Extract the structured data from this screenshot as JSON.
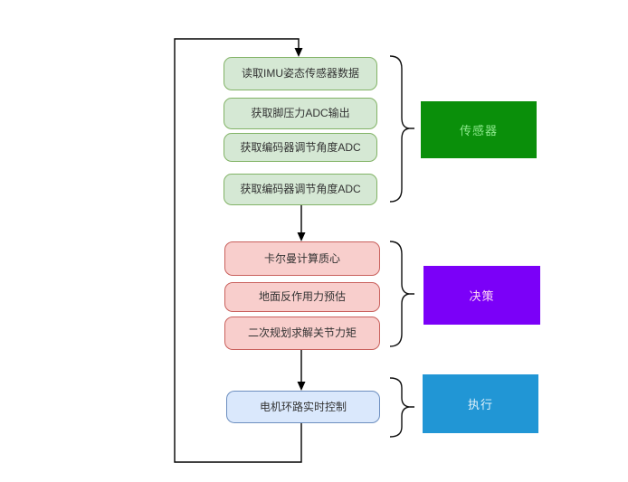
{
  "groups": {
    "sensor": {
      "label": "传感器",
      "steps": [
        "读取IMU姿态传感器数据",
        "获取脚压力ADC输出",
        "获取编码器调节角度ADC",
        "获取编码器调节角度ADC"
      ]
    },
    "decision": {
      "label": "决策",
      "steps": [
        "卡尔曼计算质心",
        "地面反作用力预估",
        "二次规划求解关节力矩"
      ]
    },
    "execute": {
      "label": "执行",
      "steps": [
        "电机环路实时控制"
      ]
    }
  },
  "colors": {
    "sensor_step_fill": "#d5e8d4",
    "sensor_step_border": "#82b366",
    "decision_step_fill": "#f8cecc",
    "decision_step_border": "#c9605c",
    "execute_step_fill": "#dae8fc",
    "execute_step_border": "#6c8ebf",
    "sensor_label_bg": "#0a8f0a",
    "sensor_label_text": "#8de98d",
    "decision_label_bg": "#7b00f8",
    "decision_label_text": "#fdd7f4",
    "execute_label_bg": "#2196d5",
    "execute_label_text": "#e4f3fb",
    "step_text": "#333333",
    "line_color": "#000000"
  }
}
